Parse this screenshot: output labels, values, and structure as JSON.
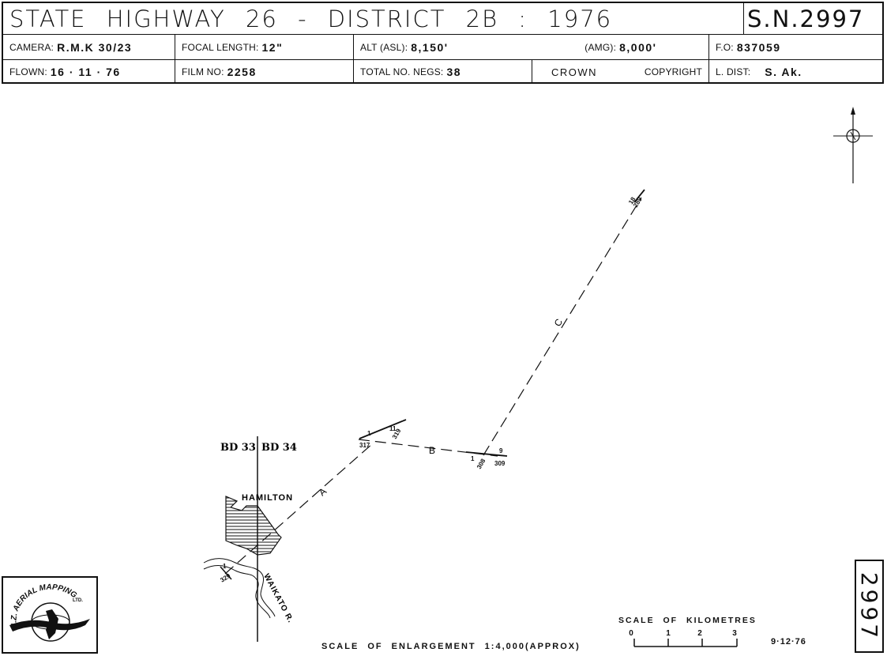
{
  "header": {
    "title": "STATE HIGHWAY 26 - DISTRICT 2B : 1976",
    "sheet_number": "S.N.2997",
    "camera_label": "CAMERA:",
    "camera_value": "R.M.K 30/23",
    "focal_label": "FOCAL LENGTH:",
    "focal_value": "12\"",
    "alt_asl_label": "ALT (ASL):",
    "alt_asl_value": "8,150'",
    "amg_label": "(AMG):",
    "amg_value": "8,000'",
    "fo_label": "F.O:",
    "fo_value": "837059",
    "flown_label": "FLOWN:",
    "flown_value": "16 · 11 · 76",
    "film_label": "FILM NO:",
    "film_value": "2258",
    "negs_label": "TOTAL NO. NEGS:",
    "negs_value": "38",
    "crown": "CROWN",
    "copyright": "COPYRIGHT",
    "ldist_label": "L. DIST:",
    "ldist_value": "S. Ak."
  },
  "map": {
    "sheet_left": "BD 33",
    "sheet_right": "BD 34",
    "town": "HAMILTON",
    "river": "WAIKATO R.",
    "run_a": "A",
    "run_b": "B",
    "run_c": "C",
    "photo_labels": {
      "a_start": "1",
      "a_end": "329",
      "b_start_run": "1",
      "b_start": "317",
      "b_end_run": "11",
      "b_end": "319",
      "c_start_run": "1",
      "c_start": "308",
      "b_end2_run": "9",
      "b_end2": "309",
      "c_end_run": "18",
      "c_end": "289"
    }
  },
  "footer": {
    "enlargement": "SCALE OF ENLARGEMENT 1:4,000(APPROX)",
    "scale_title": "SCALE OF KILOMETRES",
    "scale_ticks": [
      "0",
      "1",
      "2",
      "3"
    ],
    "date": "9·12·76",
    "sheet_tag": "2997",
    "logo_text": "N.Z. AERIAL MAPPING",
    "logo_sub": "LTD."
  },
  "colors": {
    "ink": "#111111",
    "paper": "#ffffff"
  }
}
